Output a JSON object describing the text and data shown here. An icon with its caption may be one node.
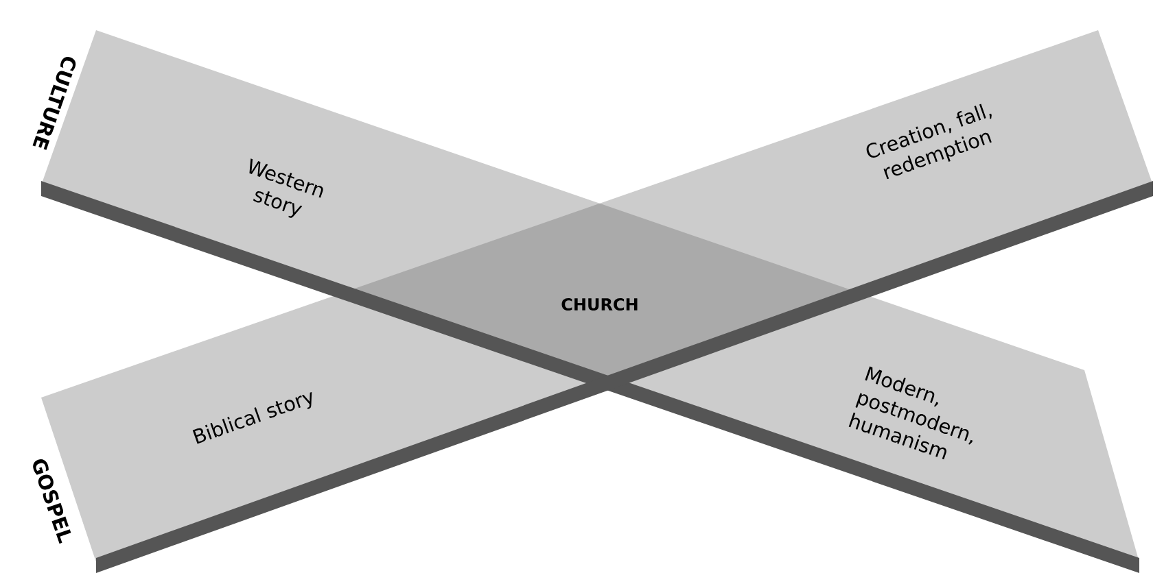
{
  "diagram": {
    "nodes": [
      {
        "text": [
          "CULTURE",
          "Western story",
          "Modern, postmodern, humanism"
        ]
      },
      {
        "text": [
          "GOSPEL",
          "Biblical story",
          "Creation, fall, redemption"
        ]
      },
      {
        "text": [
          "CHURCH"
        ]
      }
    ]
  }
}
